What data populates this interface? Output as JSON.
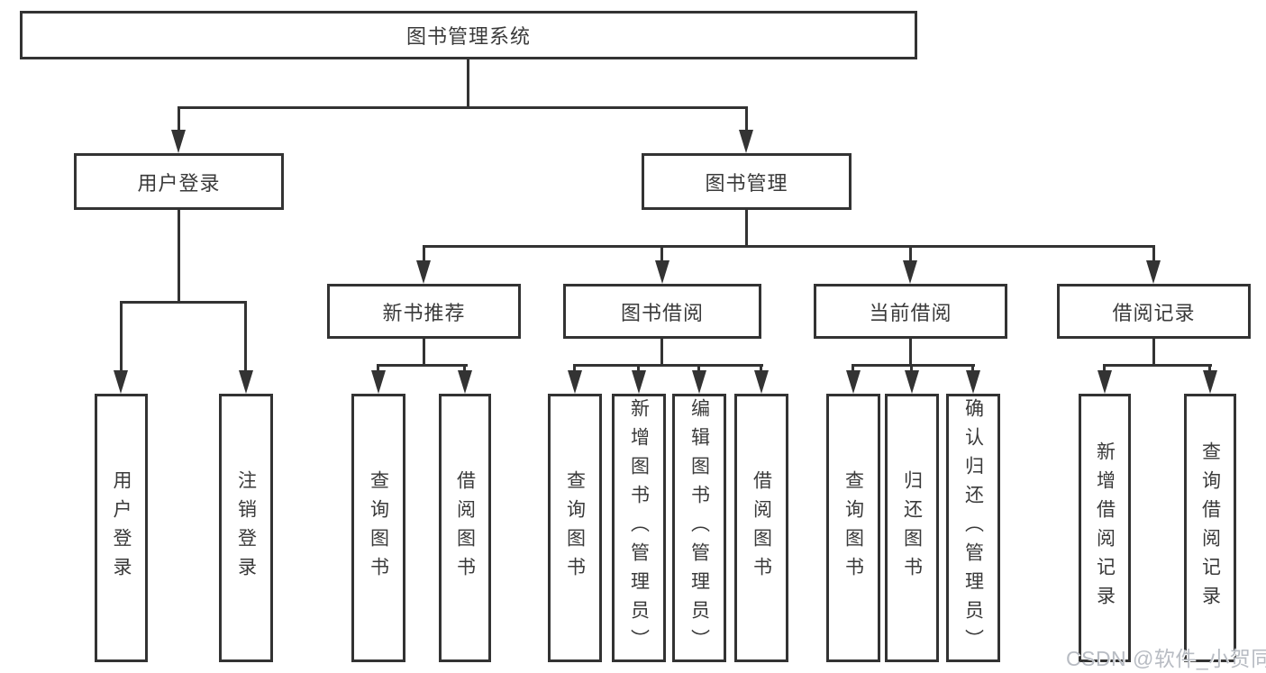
{
  "nodes": {
    "root": {
      "label": "图书管理系统"
    },
    "user_login": {
      "label": "用户登录"
    },
    "book_mgmt": {
      "label": "图书管理"
    },
    "new_book": {
      "label": "新书推荐"
    },
    "book_borrow": {
      "label": "图书借阅"
    },
    "current_borrow": {
      "label": "当前借阅"
    },
    "borrow_record": {
      "label": "借阅记录"
    },
    "leaf_user_login": {
      "label": "用户登录"
    },
    "leaf_logout": {
      "label": "注销登录"
    },
    "leaf_nb_query": {
      "label": "查询图书"
    },
    "leaf_nb_borrow": {
      "label": "借阅图书"
    },
    "leaf_bb_query": {
      "label": "查询图书"
    },
    "leaf_bb_add": {
      "label": "新增图书（管理员）"
    },
    "leaf_bb_edit": {
      "label": "编辑图书（管理员）"
    },
    "leaf_bb_borrow": {
      "label": "借阅图书"
    },
    "leaf_cb_query": {
      "label": "查询图书"
    },
    "leaf_cb_return": {
      "label": "归还图书"
    },
    "leaf_cb_confirm": {
      "label": "确认归还（管理员）"
    },
    "leaf_br_add": {
      "label": "新增借阅记录"
    },
    "leaf_br_query": {
      "label": "查询借阅记录"
    }
  },
  "watermark": "CSDN @软件_小贺同学",
  "colors": {
    "line": "#333333",
    "text": "#3a3a3a",
    "watermark": "#b8bcc3",
    "background": "#ffffff"
  }
}
